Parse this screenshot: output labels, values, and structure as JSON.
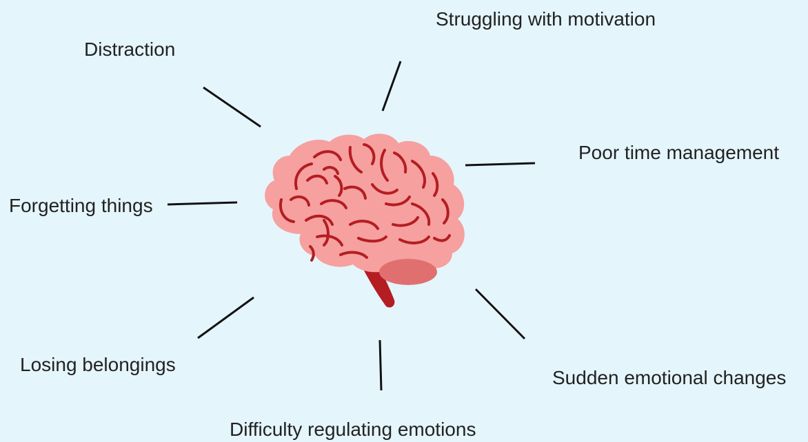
{
  "diagram": {
    "labels": {
      "motivation": "Struggling with motivation",
      "distraction": "Distraction",
      "time_management": "Poor time management",
      "forgetting": "Forgetting things",
      "losing": "Losing belongings",
      "sudden": "Sudden emotional changes",
      "difficulty": "Difficulty regulating emotions"
    },
    "colors": {
      "background": "#e5f5fc",
      "brain_fill": "#f6a1a0",
      "brain_fold": "#b41e23",
      "cerebellum": "#e07070",
      "stem": "#b41e23",
      "connector": "#111111",
      "text": "#222222"
    },
    "icon": "brain-icon"
  }
}
